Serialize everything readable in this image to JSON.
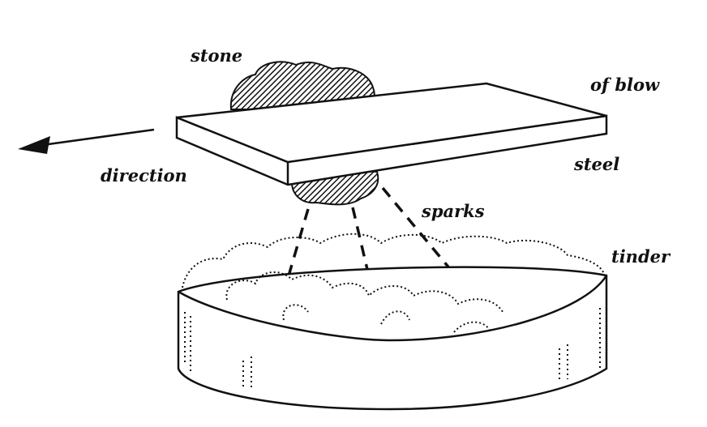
{
  "labels": {
    "stone": "stone",
    "of_blow": "of blow",
    "direction": "direction",
    "steel": "steel",
    "sparks": "sparks",
    "tinder": "tinder"
  },
  "colors": {
    "ink": "#111111",
    "background": "#ffffff"
  }
}
